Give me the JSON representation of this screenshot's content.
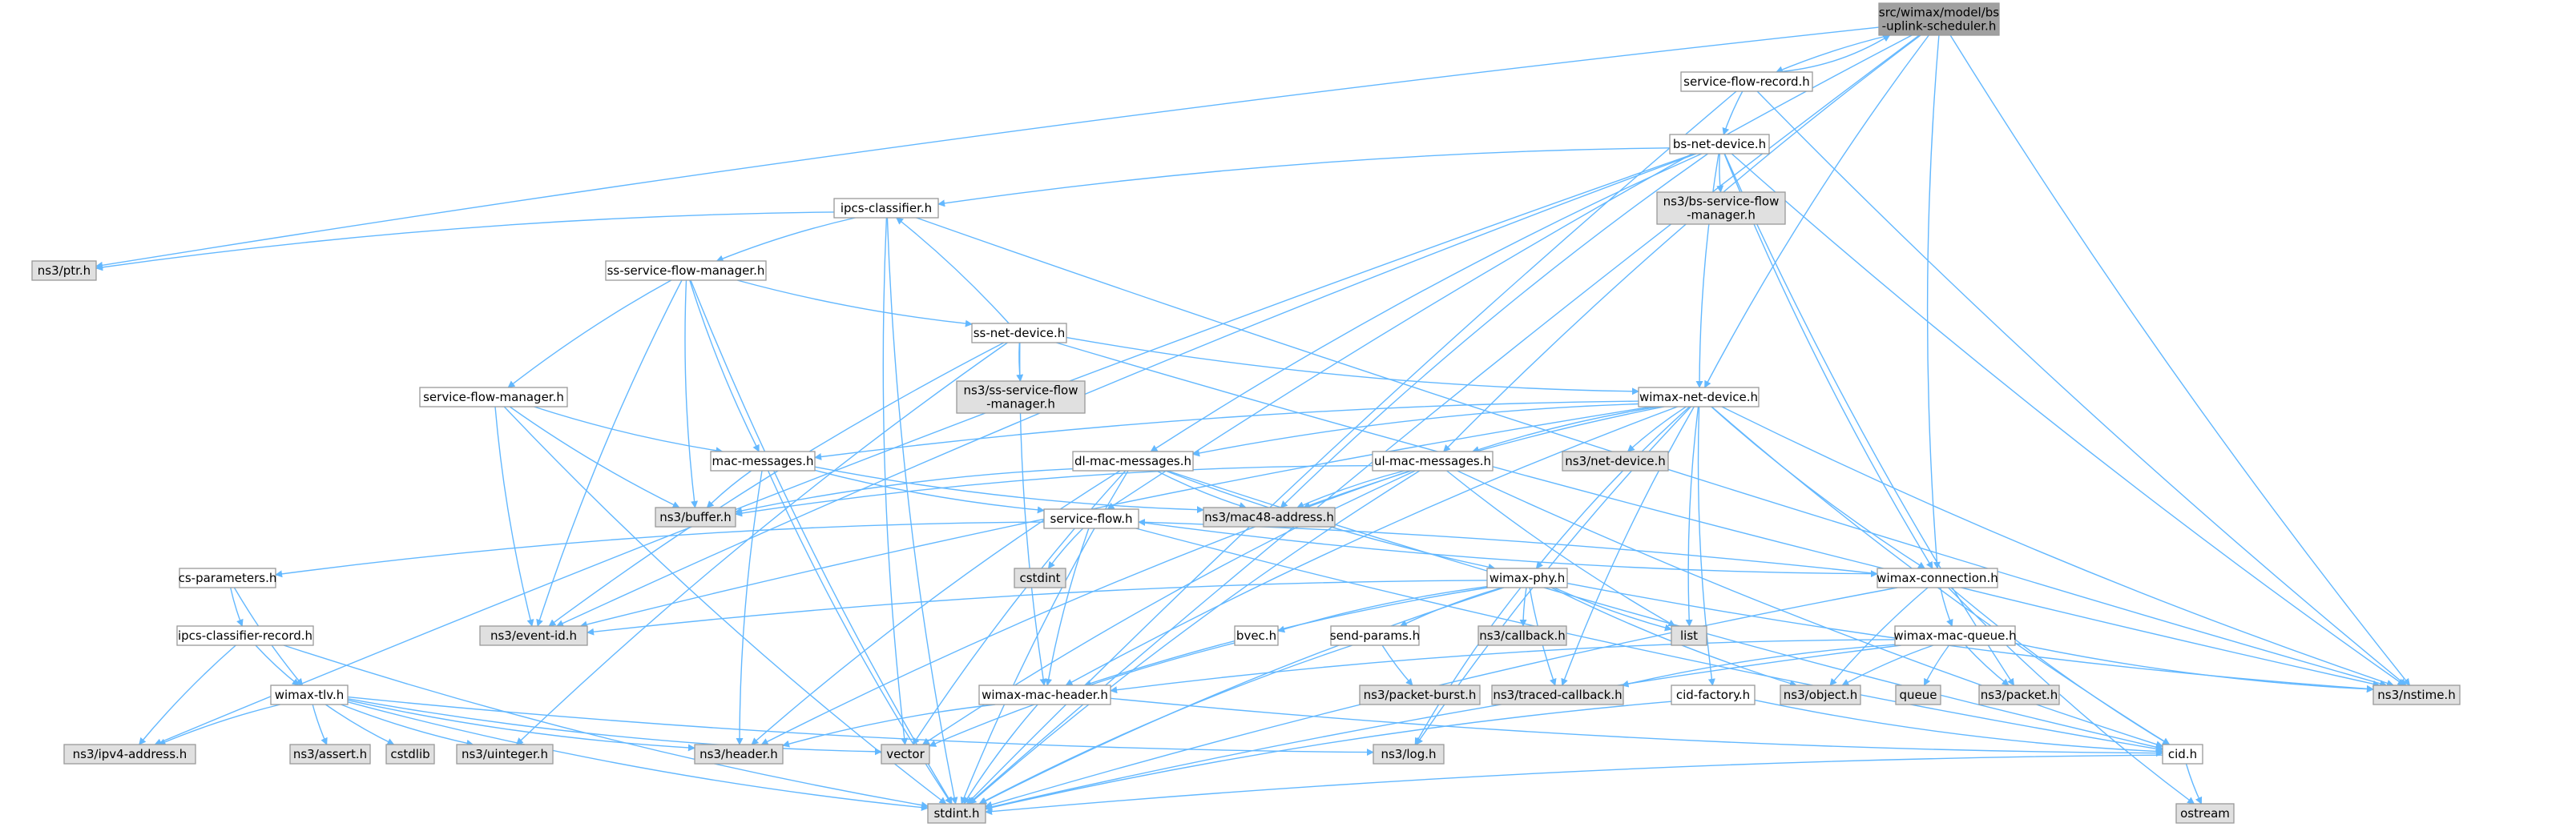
{
  "diagram": {
    "type": "include-dependency-graph",
    "root": "src/wimax/model/bs-uplink-scheduler.h",
    "nodes": [
      {
        "id": "root",
        "lines": [
          "src/wimax/model/bs",
          "-uplink-scheduler.h"
        ],
        "style": "root"
      },
      {
        "id": "service-flow-record",
        "lines": [
          "service-flow-record.h"
        ],
        "style": "file"
      },
      {
        "id": "bs-net-device",
        "lines": [
          "bs-net-device.h"
        ],
        "style": "file"
      },
      {
        "id": "ipcs-classifier",
        "lines": [
          "ipcs-classifier.h"
        ],
        "style": "file"
      },
      {
        "id": "ns3-bs-service-flow-manager",
        "lines": [
          "ns3/bs-service-flow",
          "-manager.h"
        ],
        "style": "external"
      },
      {
        "id": "ns3-ptr",
        "lines": [
          "ns3/ptr.h"
        ],
        "style": "external"
      },
      {
        "id": "ss-service-flow-manager",
        "lines": [
          "ss-service-flow-manager.h"
        ],
        "style": "file"
      },
      {
        "id": "ss-net-device",
        "lines": [
          "ss-net-device.h"
        ],
        "style": "file"
      },
      {
        "id": "ns3-ss-service-flow-manager",
        "lines": [
          "ns3/ss-service-flow",
          "-manager.h"
        ],
        "style": "external"
      },
      {
        "id": "service-flow-manager",
        "lines": [
          "service-flow-manager.h"
        ],
        "style": "file"
      },
      {
        "id": "wimax-net-device",
        "lines": [
          "wimax-net-device.h"
        ],
        "style": "file"
      },
      {
        "id": "mac-messages",
        "lines": [
          "mac-messages.h"
        ],
        "style": "file"
      },
      {
        "id": "dl-mac-messages",
        "lines": [
          "dl-mac-messages.h"
        ],
        "style": "file"
      },
      {
        "id": "ul-mac-messages",
        "lines": [
          "ul-mac-messages.h"
        ],
        "style": "file"
      },
      {
        "id": "ns3-net-device",
        "lines": [
          "ns3/net-device.h"
        ],
        "style": "external"
      },
      {
        "id": "ns3-buffer",
        "lines": [
          "ns3/buffer.h"
        ],
        "style": "external"
      },
      {
        "id": "ns3-mac48-address",
        "lines": [
          "ns3/mac48-address.h"
        ],
        "style": "external"
      },
      {
        "id": "service-flow",
        "lines": [
          "service-flow.h"
        ],
        "style": "file"
      },
      {
        "id": "cs-parameters",
        "lines": [
          "cs-parameters.h"
        ],
        "style": "file"
      },
      {
        "id": "cstdint",
        "lines": [
          "cstdint"
        ],
        "style": "external"
      },
      {
        "id": "wimax-phy",
        "lines": [
          "wimax-phy.h"
        ],
        "style": "file"
      },
      {
        "id": "wimax-connection",
        "lines": [
          "wimax-connection.h"
        ],
        "style": "file"
      },
      {
        "id": "ipcs-classifier-record",
        "lines": [
          "ipcs-classifier-record.h"
        ],
        "style": "file"
      },
      {
        "id": "ns3-event-id",
        "lines": [
          "ns3/event-id.h"
        ],
        "style": "external"
      },
      {
        "id": "bvec",
        "lines": [
          "bvec.h"
        ],
        "style": "file"
      },
      {
        "id": "send-params",
        "lines": [
          "send-params.h"
        ],
        "style": "file"
      },
      {
        "id": "ns3-callback",
        "lines": [
          "ns3/callback.h"
        ],
        "style": "external"
      },
      {
        "id": "list",
        "lines": [
          "list"
        ],
        "style": "external"
      },
      {
        "id": "wimax-mac-queue",
        "lines": [
          "wimax-mac-queue.h"
        ],
        "style": "file"
      },
      {
        "id": "wimax-tlv",
        "lines": [
          "wimax-tlv.h"
        ],
        "style": "file"
      },
      {
        "id": "ns3-packet-burst",
        "lines": [
          "ns3/packet-burst.h"
        ],
        "style": "external"
      },
      {
        "id": "wimax-mac-header",
        "lines": [
          "wimax-mac-header.h"
        ],
        "style": "file"
      },
      {
        "id": "ns3-traced-callback",
        "lines": [
          "ns3/traced-callback.h"
        ],
        "style": "external"
      },
      {
        "id": "cid-factory",
        "lines": [
          "cid-factory.h"
        ],
        "style": "file"
      },
      {
        "id": "ns3-object",
        "lines": [
          "ns3/object.h"
        ],
        "style": "external"
      },
      {
        "id": "queue",
        "lines": [
          "queue"
        ],
        "style": "external"
      },
      {
        "id": "ns3-packet",
        "lines": [
          "ns3/packet.h"
        ],
        "style": "external"
      },
      {
        "id": "ns3-nstime",
        "lines": [
          "ns3/nstime.h"
        ],
        "style": "external"
      },
      {
        "id": "ns3-ipv4-address",
        "lines": [
          "ns3/ipv4-address.h"
        ],
        "style": "external"
      },
      {
        "id": "ns3-assert",
        "lines": [
          "ns3/assert.h"
        ],
        "style": "external"
      },
      {
        "id": "cstdlib",
        "lines": [
          "cstdlib"
        ],
        "style": "external"
      },
      {
        "id": "ns3-uinteger",
        "lines": [
          "ns3/uinteger.h"
        ],
        "style": "external"
      },
      {
        "id": "ns3-header",
        "lines": [
          "ns3/header.h"
        ],
        "style": "external"
      },
      {
        "id": "vector",
        "lines": [
          "vector"
        ],
        "style": "external"
      },
      {
        "id": "ns3-log",
        "lines": [
          "ns3/log.h"
        ],
        "style": "external"
      },
      {
        "id": "cid",
        "lines": [
          "cid.h"
        ],
        "style": "file"
      },
      {
        "id": "stdint",
        "lines": [
          "stdint.h"
        ],
        "style": "external"
      },
      {
        "id": "ostream",
        "lines": [
          "ostream"
        ],
        "style": "external"
      }
    ],
    "edges": [
      [
        "root",
        "service-flow-record"
      ],
      [
        "root",
        "ns3-nstime"
      ],
      [
        "root",
        "stdint"
      ],
      [
        "root",
        "ns3-ptr"
      ],
      [
        "root",
        "service-flow"
      ],
      [
        "root",
        "ul-mac-messages"
      ],
      [
        "root",
        "wimax-connection"
      ],
      [
        "root",
        "wimax-net-device"
      ],
      [
        "service-flow-record",
        "root"
      ],
      [
        "service-flow-record",
        "bs-net-device"
      ],
      [
        "service-flow-record",
        "ns3-nstime"
      ],
      [
        "service-flow-record",
        "stdint"
      ],
      [
        "bs-net-device",
        "ipcs-classifier"
      ],
      [
        "bs-net-device",
        "ns3-bs-service-flow-manager"
      ],
      [
        "bs-net-device",
        "dl-mac-messages"
      ],
      [
        "bs-net-device",
        "wimax-net-device"
      ],
      [
        "bs-net-device",
        "wimax-connection"
      ],
      [
        "bs-net-device",
        "ns3-nstime"
      ],
      [
        "bs-net-device",
        "ns3-event-id"
      ],
      [
        "bs-net-device",
        "ns3-ipv4-address"
      ],
      [
        "bs-net-device",
        "ns3-mac48-address"
      ],
      [
        "bs-net-device",
        "ns3-packet"
      ],
      [
        "ipcs-classifier",
        "ns3-ptr"
      ],
      [
        "ipcs-classifier",
        "ss-service-flow-manager"
      ],
      [
        "ipcs-classifier",
        "vector"
      ],
      [
        "ipcs-classifier",
        "stdint"
      ],
      [
        "ipcs-classifier",
        "ns3-nstime"
      ],
      [
        "ss-service-flow-manager",
        "ss-net-device"
      ],
      [
        "ss-service-flow-manager",
        "service-flow-manager"
      ],
      [
        "ss-service-flow-manager",
        "mac-messages"
      ],
      [
        "ss-service-flow-manager",
        "ns3-buffer"
      ],
      [
        "ss-service-flow-manager",
        "ns3-event-id"
      ],
      [
        "ss-service-flow-manager",
        "stdint"
      ],
      [
        "ss-net-device",
        "ipcs-classifier"
      ],
      [
        "ss-net-device",
        "ns3-ss-service-flow-manager"
      ],
      [
        "ss-net-device",
        "wimax-net-device"
      ],
      [
        "ss-net-device",
        "ns3-event-id"
      ],
      [
        "ss-net-device",
        "ns3-uinteger"
      ],
      [
        "ss-net-device",
        "wimax-mac-header"
      ],
      [
        "ss-net-device",
        "ns3-nstime"
      ],
      [
        "service-flow-manager",
        "mac-messages"
      ],
      [
        "service-flow-manager",
        "ns3-buffer"
      ],
      [
        "service-flow-manager",
        "ns3-event-id"
      ],
      [
        "service-flow-manager",
        "stdint"
      ],
      [
        "wimax-net-device",
        "mac-messages"
      ],
      [
        "wimax-net-device",
        "dl-mac-messages"
      ],
      [
        "wimax-net-device",
        "ul-mac-messages"
      ],
      [
        "wimax-net-device",
        "ns3-net-device"
      ],
      [
        "wimax-net-device",
        "ns3-mac48-address"
      ],
      [
        "wimax-net-device",
        "wimax-phy"
      ],
      [
        "wimax-net-device",
        "wimax-connection"
      ],
      [
        "wimax-net-device",
        "ns3-event-id"
      ],
      [
        "wimax-net-device",
        "list"
      ],
      [
        "wimax-net-device",
        "ns3-traced-callback"
      ],
      [
        "wimax-net-device",
        "cid-factory"
      ],
      [
        "wimax-net-device",
        "ns3-log"
      ],
      [
        "wimax-net-device",
        "ns3-nstime"
      ],
      [
        "wimax-net-device",
        "cid"
      ],
      [
        "wimax-net-device",
        "wimax-mac-header"
      ],
      [
        "mac-messages",
        "service-flow"
      ],
      [
        "mac-messages",
        "ns3-buffer"
      ],
      [
        "mac-messages",
        "ns3-header"
      ],
      [
        "mac-messages",
        "stdint"
      ],
      [
        "mac-messages",
        "ns3-mac48-address"
      ],
      [
        "dl-mac-messages",
        "ns3-buffer"
      ],
      [
        "dl-mac-messages",
        "ns3-mac48-address"
      ],
      [
        "dl-mac-messages",
        "ns3-header"
      ],
      [
        "dl-mac-messages",
        "vector"
      ],
      [
        "dl-mac-messages",
        "stdint"
      ],
      [
        "dl-mac-messages",
        "cid"
      ],
      [
        "dl-mac-messages",
        "wimax-phy"
      ],
      [
        "ul-mac-messages",
        "ns3-buffer"
      ],
      [
        "ul-mac-messages",
        "ns3-mac48-address"
      ],
      [
        "ul-mac-messages",
        "ns3-header"
      ],
      [
        "ul-mac-messages",
        "vector"
      ],
      [
        "ul-mac-messages",
        "stdint"
      ],
      [
        "ul-mac-messages",
        "cid"
      ],
      [
        "ul-mac-messages",
        "list"
      ],
      [
        "service-flow",
        "cs-parameters"
      ],
      [
        "service-flow",
        "cstdint"
      ],
      [
        "service-flow",
        "wimax-connection"
      ],
      [
        "service-flow",
        "wimax-mac-header"
      ],
      [
        "service-flow",
        "cid"
      ],
      [
        "cs-parameters",
        "ipcs-classifier-record"
      ],
      [
        "cs-parameters",
        "wimax-tlv"
      ],
      [
        "ipcs-classifier-record",
        "wimax-tlv"
      ],
      [
        "ipcs-classifier-record",
        "ns3-ipv4-address"
      ],
      [
        "ipcs-classifier-record",
        "stdint"
      ],
      [
        "wimax-tlv",
        "ns3-ipv4-address"
      ],
      [
        "wimax-tlv",
        "ns3-assert"
      ],
      [
        "wimax-tlv",
        "cstdlib"
      ],
      [
        "wimax-tlv",
        "ns3-uinteger"
      ],
      [
        "wimax-tlv",
        "ns3-header"
      ],
      [
        "wimax-tlv",
        "vector"
      ],
      [
        "wimax-tlv",
        "ns3-log"
      ],
      [
        "wimax-tlv",
        "stdint"
      ],
      [
        "wimax-phy",
        "bvec"
      ],
      [
        "wimax-phy",
        "send-params"
      ],
      [
        "wimax-phy",
        "ns3-callback"
      ],
      [
        "wimax-phy",
        "list"
      ],
      [
        "wimax-phy",
        "ns3-event-id"
      ],
      [
        "wimax-phy",
        "ns3-traced-callback"
      ],
      [
        "wimax-phy",
        "ns3-object"
      ],
      [
        "wimax-phy",
        "ns3-nstime"
      ],
      [
        "wimax-phy",
        "ns3-log"
      ],
      [
        "wimax-phy",
        "stdint"
      ],
      [
        "wimax-phy",
        "wimax-mac-header"
      ],
      [
        "wimax-connection",
        "service-flow"
      ],
      [
        "wimax-connection",
        "wimax-mac-queue"
      ],
      [
        "wimax-connection",
        "ns3-object"
      ],
      [
        "wimax-connection",
        "cid"
      ],
      [
        "wimax-connection",
        "stdint"
      ],
      [
        "wimax-connection",
        "ostream"
      ],
      [
        "bvec",
        "vector"
      ],
      [
        "send-params",
        "ns3-packet-burst"
      ],
      [
        "send-params",
        "stdint"
      ],
      [
        "wimax-mac-queue",
        "wimax-mac-header"
      ],
      [
        "wimax-mac-queue",
        "ns3-traced-callback"
      ],
      [
        "wimax-mac-queue",
        "ns3-object"
      ],
      [
        "wimax-mac-queue",
        "queue"
      ],
      [
        "wimax-mac-queue",
        "ns3-packet"
      ],
      [
        "wimax-mac-queue",
        "ns3-nstime"
      ],
      [
        "wimax-mac-queue",
        "stdint"
      ],
      [
        "wimax-mac-header",
        "ns3-header"
      ],
      [
        "wimax-mac-header",
        "cid"
      ],
      [
        "wimax-mac-header",
        "stdint"
      ],
      [
        "cid-factory",
        "cid"
      ],
      [
        "cid-factory",
        "stdint"
      ],
      [
        "cid",
        "stdint"
      ],
      [
        "cid",
        "ostream"
      ]
    ]
  }
}
